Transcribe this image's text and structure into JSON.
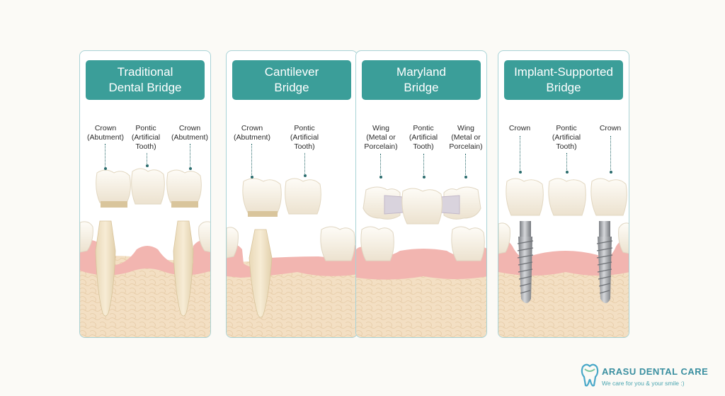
{
  "panels": [
    {
      "title": "Traditional\nDental Bridge",
      "labels": [
        "Crown\n(Abutment)",
        "Pontic\n(Artificial\nTooth)",
        "Crown\n(Abutment)"
      ]
    },
    {
      "title": "Cantilever\nBridge",
      "labels": [
        "Crown\n(Abutment)",
        "Pontic\n(Artificial\nTooth)"
      ]
    },
    {
      "title": "Maryland\nBridge",
      "labels": [
        "Wing\n(Metal or\nPorcelain)",
        "Pontic\n(Artificial\nTooth)",
        "Wing\n(Metal or\nPorcelain)"
      ]
    },
    {
      "title": "Implant-Supported\nBridge",
      "labels": [
        "Crown",
        "Pontic\n(Artificial\nTooth)",
        "Crown"
      ]
    }
  ],
  "brand": {
    "name": "ARASU DENTAL CARE",
    "tagline": "We care for you & your smile :)"
  },
  "colors": {
    "teal": "#3b9e99",
    "gum": "#f2b5b0",
    "bone": "#f3dfc3",
    "tooth": "#f7f1e6",
    "metal": "#a7a9ac"
  }
}
